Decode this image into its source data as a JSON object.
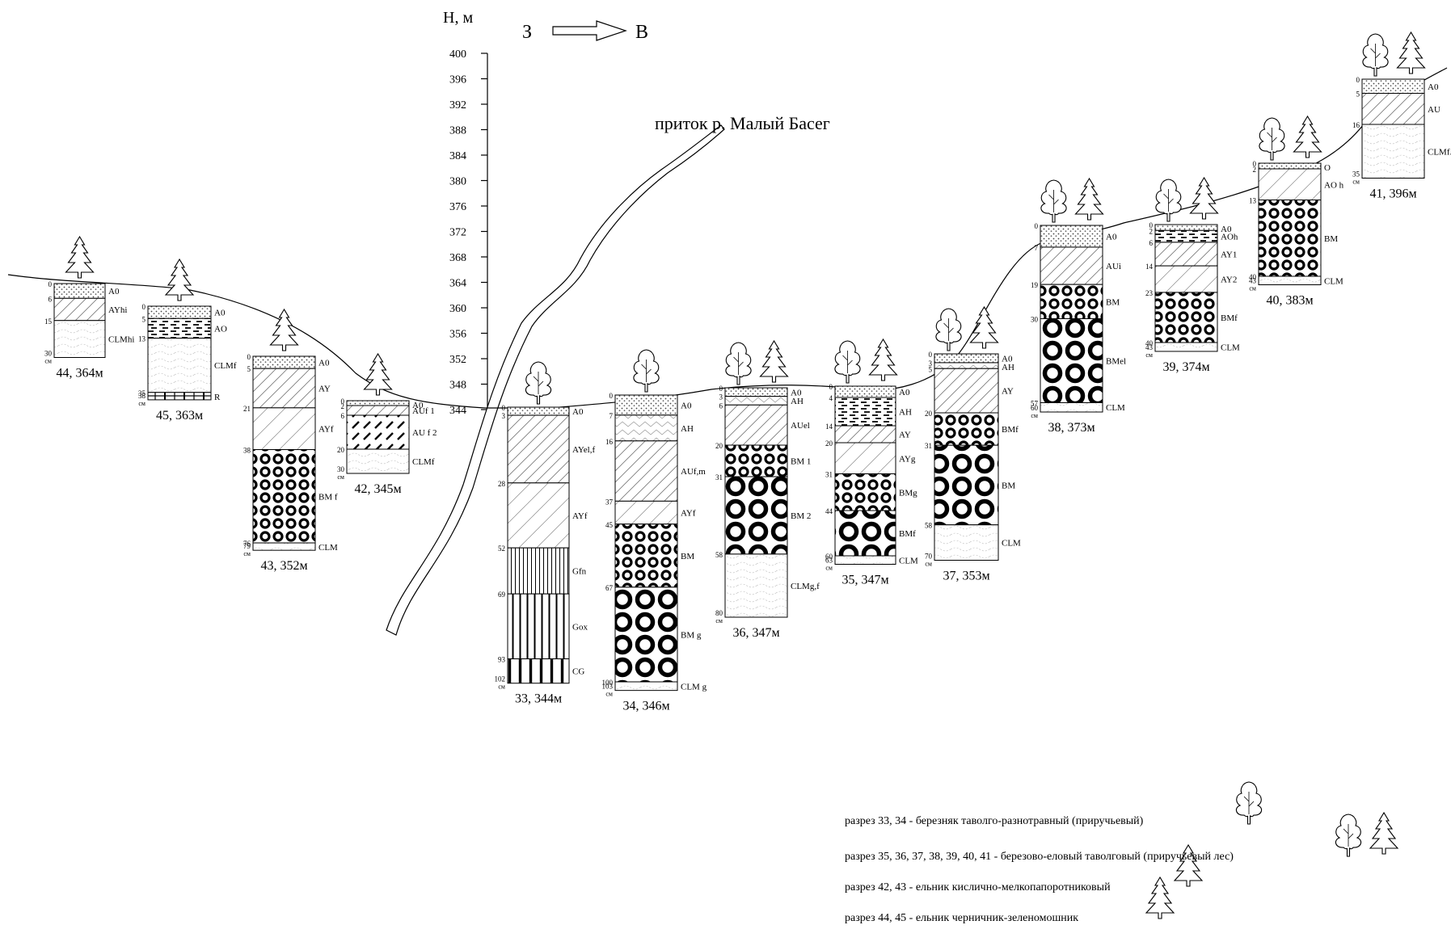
{
  "axis": {
    "title": "H, м",
    "ticks": [
      "400",
      "396",
      "392",
      "388",
      "384",
      "380",
      "376",
      "372",
      "368",
      "364",
      "360",
      "356",
      "352",
      "348",
      "344"
    ]
  },
  "direction": {
    "west": "З",
    "east": "В"
  },
  "river_label": "приток р. Малый Басег",
  "unit": "см",
  "profiles": [
    {
      "id": "p44",
      "label": "44, 364м",
      "trees": "spruce",
      "layers": [
        {
          "from": 0,
          "to": 6,
          "name": "A0",
          "pat": "litter"
        },
        {
          "from": 6,
          "to": 15,
          "name": "AYhi",
          "pat": "hatch"
        },
        {
          "from": 15,
          "to": 30,
          "name": "CLMhi",
          "pat": "wave"
        }
      ]
    },
    {
      "id": "p45",
      "label": "45, 363м",
      "trees": "spruce",
      "layers": [
        {
          "from": 0,
          "to": 5,
          "name": "A0",
          "pat": "litter"
        },
        {
          "from": 5,
          "to": 13,
          "name": "AO",
          "pat": "dash"
        },
        {
          "from": 13,
          "to": 35,
          "name": "CLMf",
          "pat": "wave"
        },
        {
          "from": 35,
          "to": 38,
          "name": "R",
          "pat": "brick"
        }
      ]
    },
    {
      "id": "p43",
      "label": "43, 352м",
      "trees": "spruce",
      "layers": [
        {
          "from": 0,
          "to": 5,
          "name": "A0",
          "pat": "litter"
        },
        {
          "from": 5,
          "to": 21,
          "name": "AY",
          "pat": "hatch"
        },
        {
          "from": 21,
          "to": 38,
          "name": "AYf",
          "pat": "hatch2"
        },
        {
          "from": 38,
          "to": 76,
          "name": "BM f",
          "pat": "ring"
        },
        {
          "from": 76,
          "to": 79,
          "name": "CLM",
          "pat": "wave"
        }
      ]
    },
    {
      "id": "p42",
      "label": "42, 345м",
      "trees": "spruce",
      "layers": [
        {
          "from": 0,
          "to": 2,
          "name": "A0",
          "pat": "litter"
        },
        {
          "from": 2,
          "to": 6,
          "name": "AUf 1",
          "pat": "hatch"
        },
        {
          "from": 6,
          "to": 20,
          "name": "AU f 2",
          "pat": "bold"
        },
        {
          "from": 20,
          "to": 30,
          "name": "CLMf",
          "pat": "wave"
        }
      ]
    },
    {
      "id": "p33",
      "label": "33, 344м",
      "trees": "birch",
      "layers": [
        {
          "from": 0,
          "to": 3,
          "name": "A0",
          "pat": "litter"
        },
        {
          "from": 3,
          "to": 28,
          "name": "AYel,f",
          "pat": "hatch"
        },
        {
          "from": 28,
          "to": 52,
          "name": "AYf",
          "pat": "hatch2"
        },
        {
          "from": 52,
          "to": 69,
          "name": "Gfn",
          "pat": "vline"
        },
        {
          "from": 69,
          "to": 93,
          "name": "Gox",
          "pat": "vline2"
        },
        {
          "from": 93,
          "to": 102,
          "name": "CG",
          "pat": "vline3"
        }
      ]
    },
    {
      "id": "p34",
      "label": "34, 346м",
      "trees": "birch",
      "layers": [
        {
          "from": 0,
          "to": 7,
          "name": "A0",
          "pat": "litter"
        },
        {
          "from": 7,
          "to": 16,
          "name": "AH",
          "pat": "chev"
        },
        {
          "from": 16,
          "to": 37,
          "name": "AUf,m",
          "pat": "hatch"
        },
        {
          "from": 37,
          "to": 45,
          "name": "AYf",
          "pat": "hatch2"
        },
        {
          "from": 45,
          "to": 67,
          "name": "BM",
          "pat": "ring"
        },
        {
          "from": 67,
          "to": 100,
          "name": "BM g",
          "pat": "ringbig"
        },
        {
          "from": 100,
          "to": 103,
          "name": "CLM g",
          "pat": "wave"
        }
      ]
    },
    {
      "id": "p36",
      "label": "36, 347м",
      "trees": "mixed",
      "layers": [
        {
          "from": 0,
          "to": 3,
          "name": "A0",
          "pat": "litter"
        },
        {
          "from": 3,
          "to": 6,
          "name": "AH",
          "pat": "chev"
        },
        {
          "from": 6,
          "to": 20,
          "name": "AUel",
          "pat": "hatch"
        },
        {
          "from": 20,
          "to": 31,
          "name": "BM 1",
          "pat": "ring"
        },
        {
          "from": 31,
          "to": 58,
          "name": "BM 2",
          "pat": "ringbig"
        },
        {
          "from": 58,
          "to": 80,
          "name": "CLMg,f",
          "pat": "wave"
        }
      ]
    },
    {
      "id": "p35",
      "label": "35, 347м",
      "trees": "mixed",
      "layers": [
        {
          "from": 0,
          "to": 4,
          "name": "A0",
          "pat": "litter"
        },
        {
          "from": 4,
          "to": 14,
          "name": "AH",
          "pat": "dash"
        },
        {
          "from": 14,
          "to": 20,
          "name": "AY",
          "pat": "hatch"
        },
        {
          "from": 20,
          "to": 31,
          "name": "AYg",
          "pat": "hatch2"
        },
        {
          "from": 31,
          "to": 44,
          "name": "BMg",
          "pat": "ring"
        },
        {
          "from": 44,
          "to": 60,
          "name": "BMf",
          "pat": "ringbig"
        },
        {
          "from": 60,
          "to": 63,
          "name": "CLM",
          "pat": "wave"
        }
      ]
    },
    {
      "id": "p37",
      "label": "37, 353м",
      "trees": "mixed",
      "layers": [
        {
          "from": 0,
          "to": 3,
          "name": "A0",
          "pat": "litter"
        },
        {
          "from": 3,
          "to": 5,
          "name": "AH",
          "pat": "chev"
        },
        {
          "from": 5,
          "to": 20,
          "name": "AY",
          "pat": "hatch"
        },
        {
          "from": 20,
          "to": 31,
          "name": "BMf",
          "pat": "ring"
        },
        {
          "from": 31,
          "to": 58,
          "name": "BM",
          "pat": "ringbig"
        },
        {
          "from": 58,
          "to": 70,
          "name": "CLM",
          "pat": "wave"
        }
      ]
    },
    {
      "id": "p38",
      "label": "38, 373м",
      "trees": "mixed",
      "layers": [
        {
          "from": 0,
          "to": 7,
          "name": "A0",
          "pat": "litter"
        },
        {
          "from": 7,
          "to": 19,
          "name": "AUi",
          "pat": "hatch"
        },
        {
          "from": 19,
          "to": 30,
          "name": "BM",
          "pat": "ring"
        },
        {
          "from": 30,
          "to": 57,
          "name": "BMel",
          "pat": "ringbig"
        },
        {
          "from": 57,
          "to": 60,
          "name": "CLM",
          "pat": "wave"
        }
      ]
    },
    {
      "id": "p39",
      "label": "39, 374м",
      "trees": "mixed",
      "layers": [
        {
          "from": 0,
          "to": 2,
          "name": "A0",
          "pat": "litter"
        },
        {
          "from": 2,
          "to": 6,
          "name": "AOh",
          "pat": "dash"
        },
        {
          "from": 6,
          "to": 14,
          "name": "AY1",
          "pat": "hatch"
        },
        {
          "from": 14,
          "to": 23,
          "name": "AY2",
          "pat": "hatch2"
        },
        {
          "from": 23,
          "to": 40,
          "name": "BMf",
          "pat": "ring"
        },
        {
          "from": 40,
          "to": 43,
          "name": "CLM",
          "pat": "wave"
        }
      ]
    },
    {
      "id": "p40",
      "label": "40, 383м",
      "trees": "mixed",
      "layers": [
        {
          "from": 0,
          "to": 2,
          "name": "O",
          "pat": "litter"
        },
        {
          "from": 2,
          "to": 13,
          "name": "AO h",
          "pat": "hatch2"
        },
        {
          "from": 13,
          "to": 40,
          "name": "BM",
          "pat": "ring"
        },
        {
          "from": 40,
          "to": 43,
          "name": "CLM",
          "pat": "wave"
        }
      ]
    },
    {
      "id": "p41",
      "label": "41, 396м",
      "trees": "mixed",
      "layers": [
        {
          "from": 0,
          "to": 5,
          "name": "A0",
          "pat": "litter"
        },
        {
          "from": 5,
          "to": 16,
          "name": "AU",
          "pat": "hatch"
        },
        {
          "from": 16,
          "to": 35,
          "name": "CLMf.",
          "pat": "wave"
        }
      ]
    }
  ],
  "legend": [
    {
      "text": "разрез 33, 34 - березняк таволго-разнотравный (приручьевый)",
      "icon": "birch"
    },
    {
      "text": "разрез 35, 36, 37, 38, 39, 40, 41 - березово-еловый таволговый (приручьевый лес)",
      "icon": "mixed"
    },
    {
      "text": "разрез 42, 43 - ельник кислично-мелкопапоротниковый",
      "icon": "spruce"
    },
    {
      "text": "разрез 44, 45 - ельник черничник-зеленомошник",
      "icon": "spruce"
    }
  ]
}
